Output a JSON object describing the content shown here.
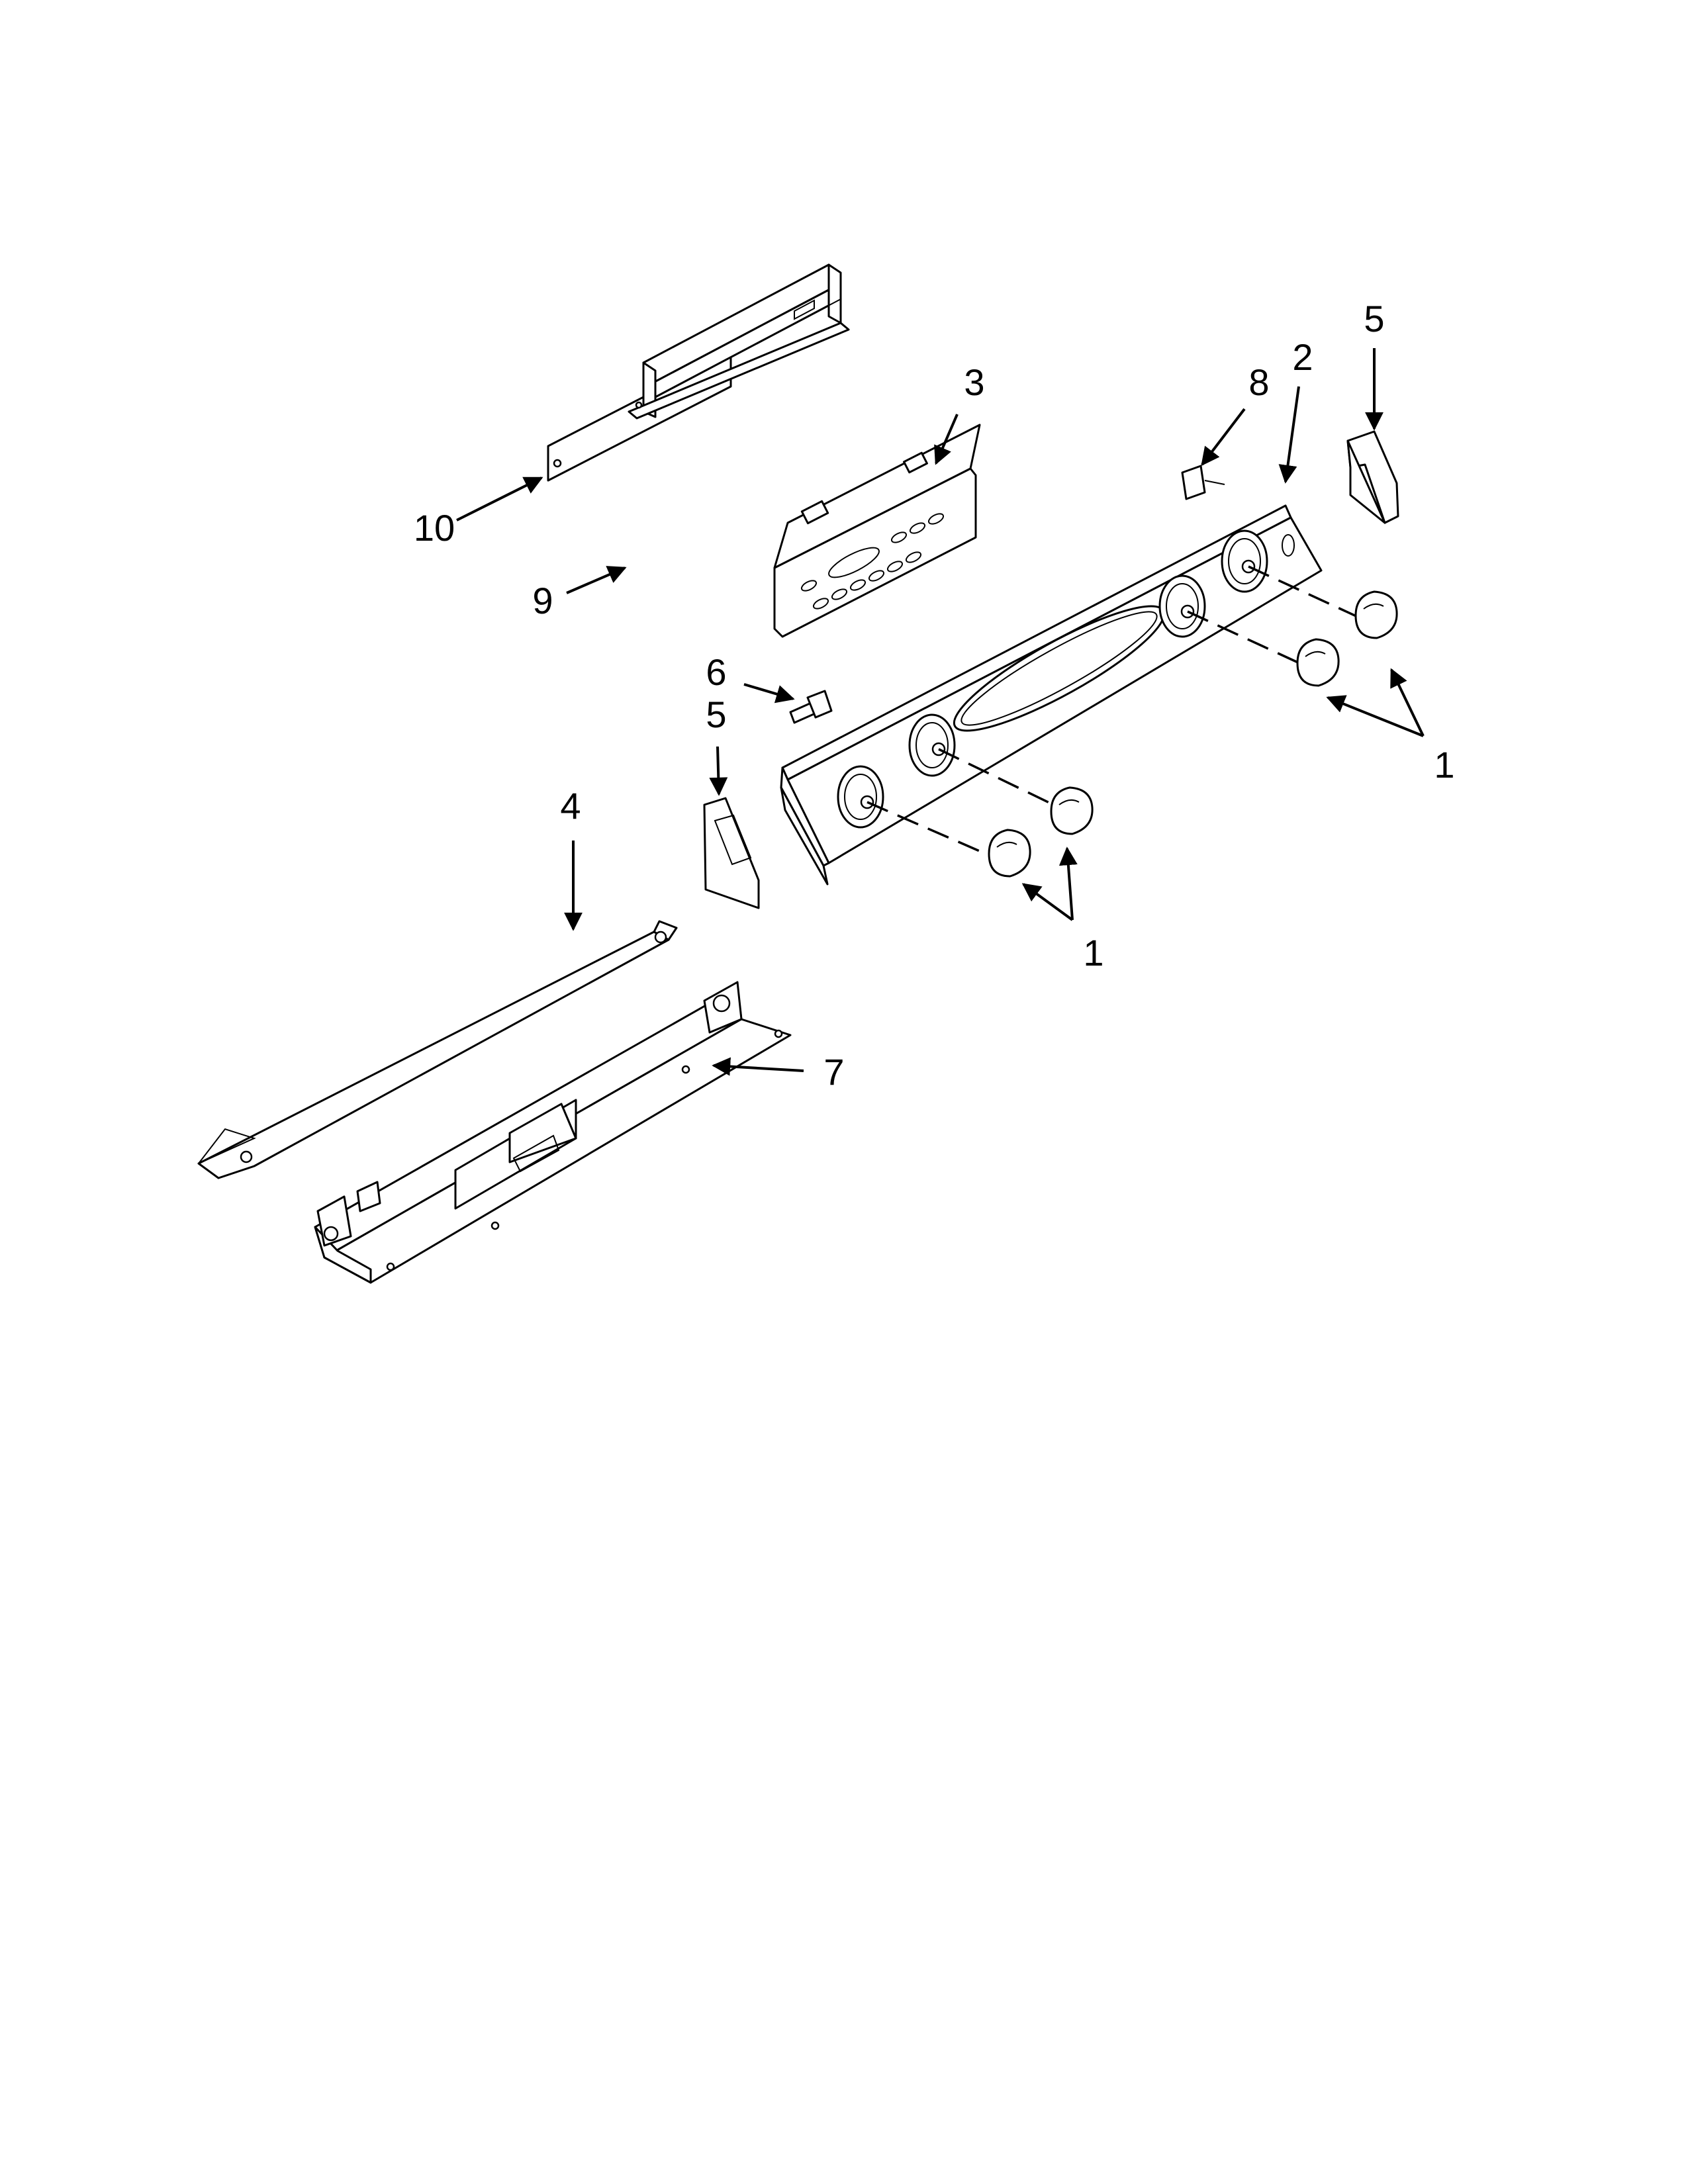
{
  "callouts": [
    {
      "id": "c-10",
      "text": "10"
    },
    {
      "id": "c-9",
      "text": "9"
    },
    {
      "id": "c-3",
      "text": "3"
    },
    {
      "id": "c-6",
      "text": "6"
    },
    {
      "id": "c-5-left",
      "text": "5"
    },
    {
      "id": "c-4",
      "text": "4"
    },
    {
      "id": "c-8",
      "text": "8"
    },
    {
      "id": "c-2",
      "text": "2"
    },
    {
      "id": "c-5-right",
      "text": "5"
    },
    {
      "id": "c-1-right",
      "text": "1"
    },
    {
      "id": "c-1-left",
      "text": "1"
    },
    {
      "id": "c-7",
      "text": "7"
    }
  ],
  "colors": {
    "line": "#000000",
    "background": "#ffffff"
  }
}
